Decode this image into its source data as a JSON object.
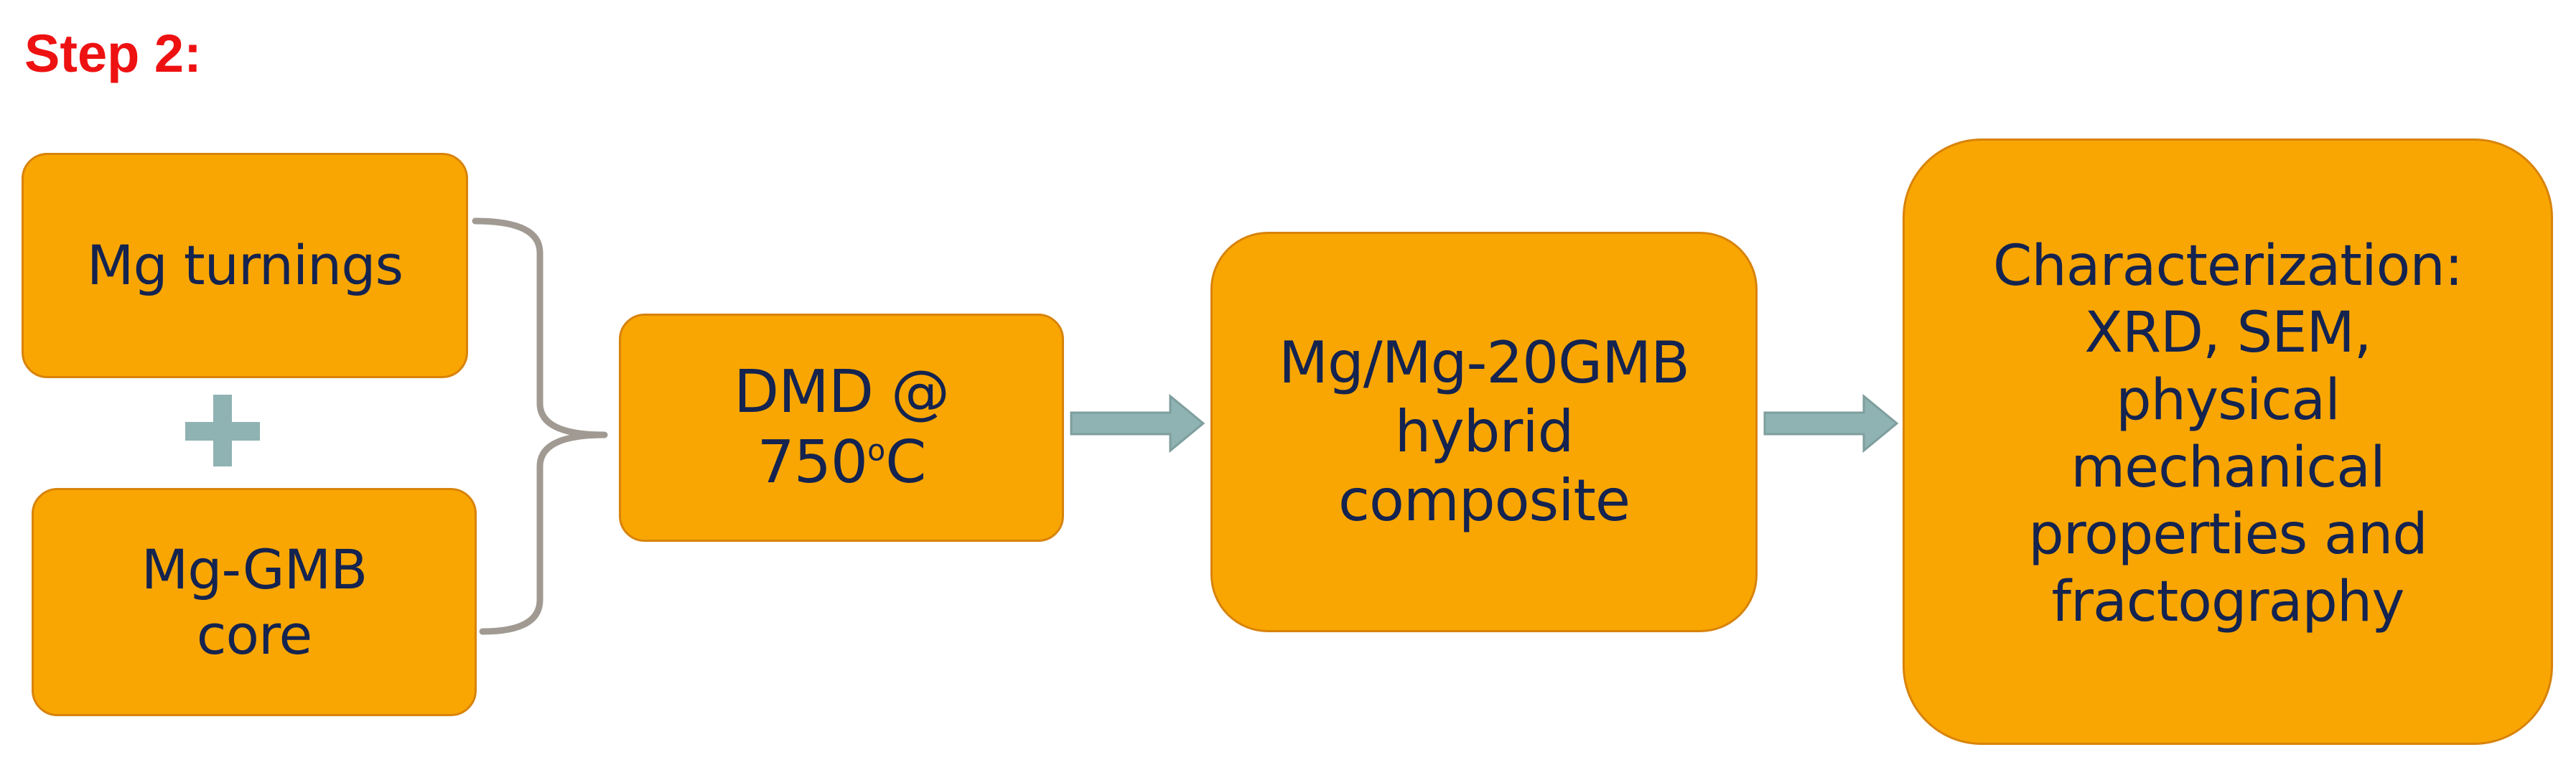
{
  "header": {
    "title": "Step 2:"
  },
  "inputs": {
    "mg_turnings": "Mg turnings",
    "plus_symbol": "+",
    "mg_gmb_core": "Mg-GMB\ncore"
  },
  "process": {
    "line1": "DMD @",
    "temp_value": "750",
    "temp_degree": "o",
    "temp_unit": "C"
  },
  "product": {
    "label": "Mg/Mg-20GMB\nhybrid\ncomposite"
  },
  "characterization": {
    "label": "Characterization:\nXRD, SEM,\nphysical\nmechanical\nproperties and\nfractography"
  },
  "colors": {
    "box_fill": "#f9a602",
    "box_border": "#d8830a",
    "box_text": "#14234f",
    "title": "#ee1111",
    "arrow_fill": "#8fb2b2",
    "arrow_stroke": "#7f9e9e",
    "bracket": "#a09a92",
    "plus": "#8fb2b2"
  },
  "icons": {
    "plus": "plus-icon",
    "bracket": "curly-brace-icon",
    "arrow": "right-arrow-icon"
  }
}
